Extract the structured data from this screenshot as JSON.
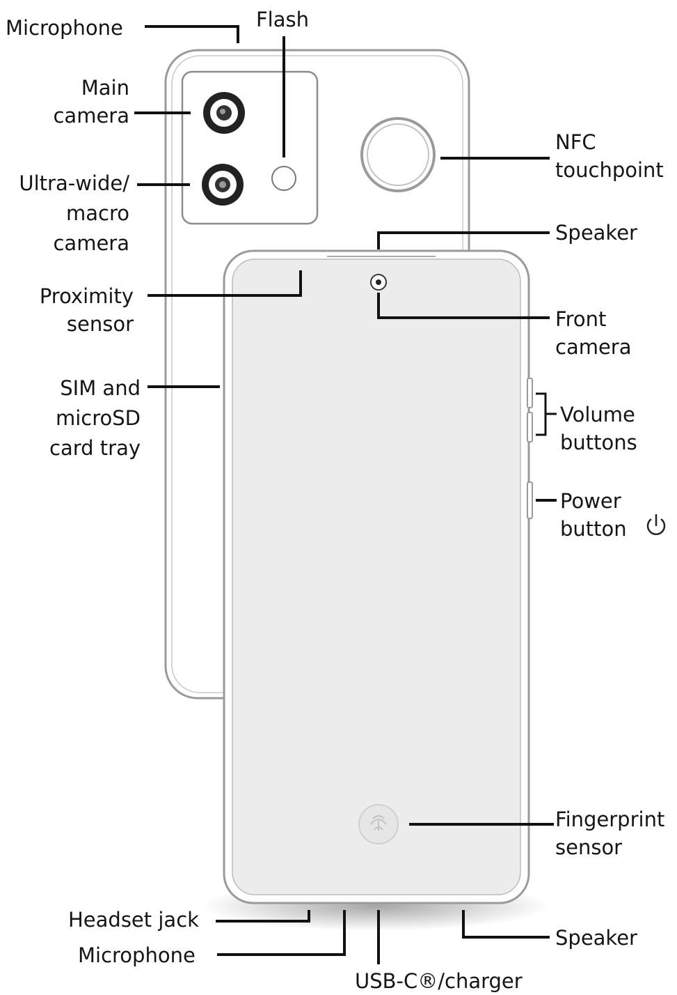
{
  "labels": {
    "microphone_top": "Microphone",
    "flash": "Flash",
    "main_camera": [
      "Main",
      "camera"
    ],
    "ultra_wide": [
      "Ultra-wide/",
      "macro",
      "camera"
    ],
    "nfc": [
      "NFC",
      "touchpoint"
    ],
    "speaker_top": "Speaker",
    "proximity": [
      "Proximity",
      "sensor"
    ],
    "front_camera": [
      "Front",
      "camera"
    ],
    "sim_tray": [
      "SIM and",
      "microSD",
      "card tray"
    ],
    "volume": [
      "Volume",
      "buttons"
    ],
    "power": [
      "Power",
      "button"
    ],
    "fingerprint": [
      "Fingerprint",
      "sensor"
    ],
    "headset_jack": "Headset jack",
    "microphone_bottom": "Microphone",
    "speaker_bottom": "Speaker",
    "usb_c": "USB-C®/charger"
  },
  "icons": {
    "power": "power-symbol-icon",
    "fingerprint": "fingerprint-icon"
  },
  "colors": {
    "outline": "#9a9a9a",
    "screen": "#ececec",
    "leader": "#111111"
  }
}
